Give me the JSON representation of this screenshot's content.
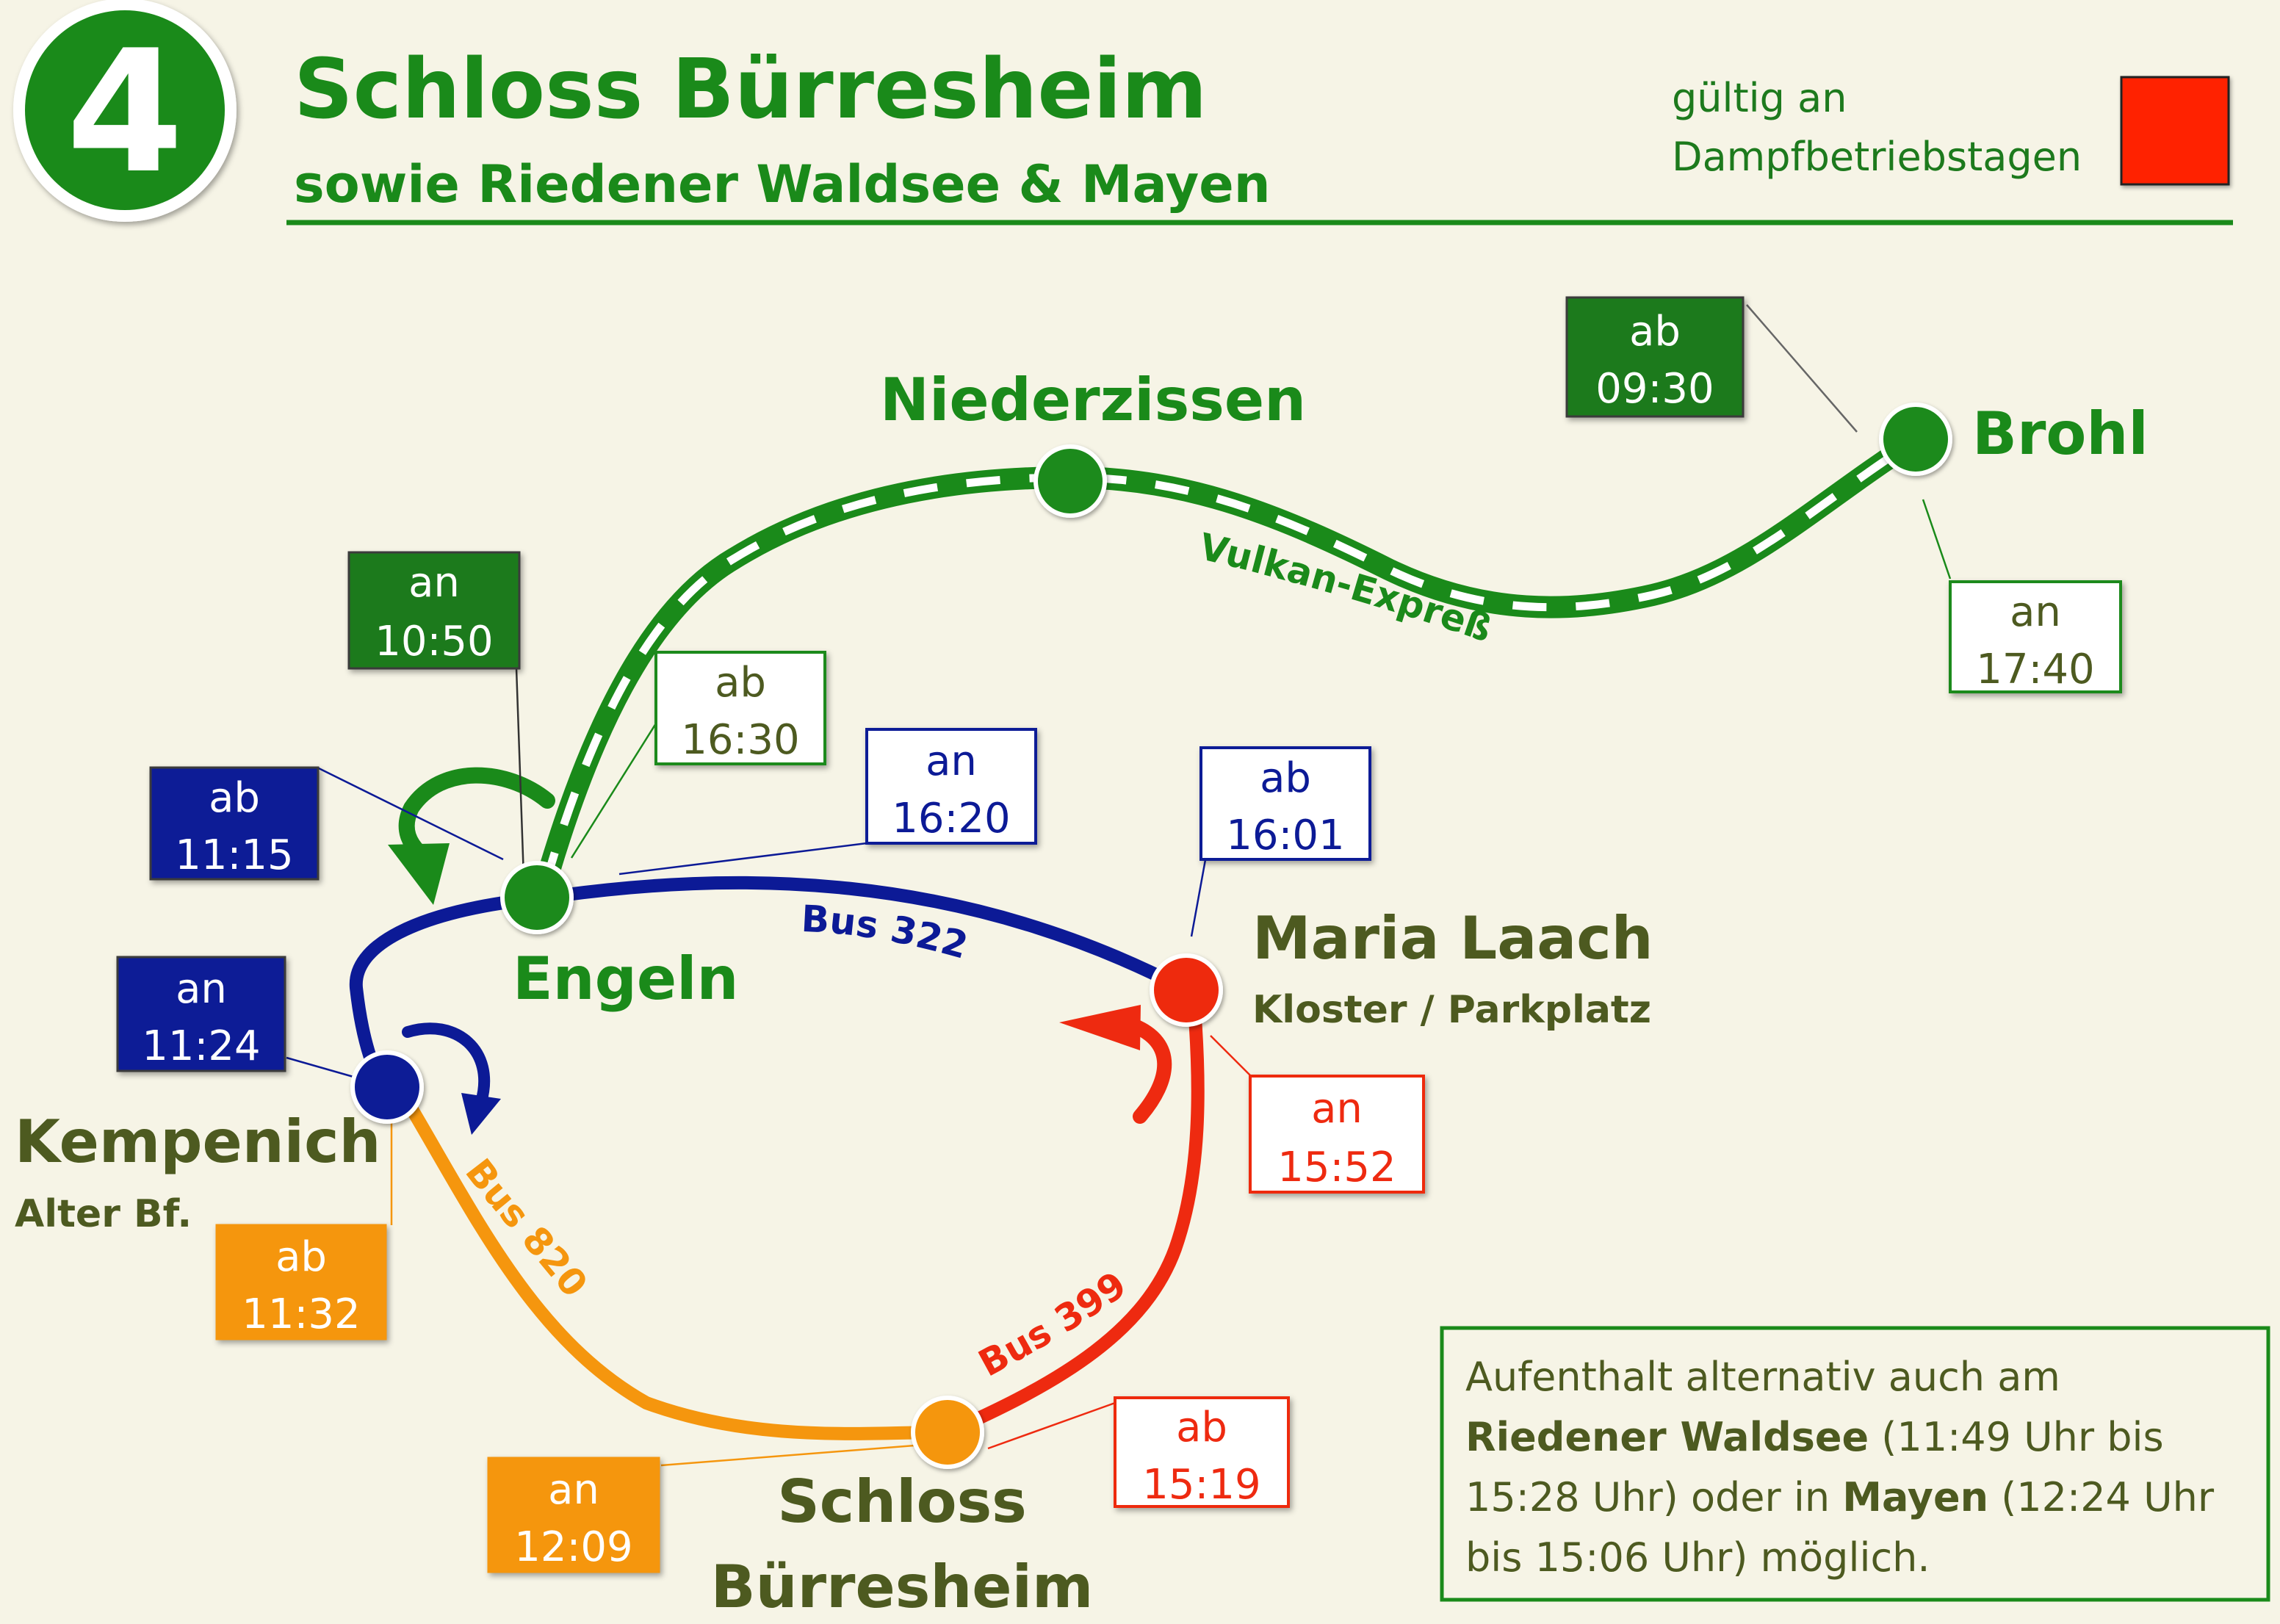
{
  "header": {
    "route_number": "4",
    "title": "Schloss Bürresheim",
    "subtitle": "sowie Riedener Waldsee & Mayen",
    "validity_line1": "gültig an",
    "validity_line2": "Dampfbetriebstagen",
    "validity_color": "#ff2200"
  },
  "colors": {
    "green": "#1a8a1a",
    "dark_green": "#1d7a1d",
    "navy": "#0c1a96",
    "orange": "#f5960e",
    "red": "#ee2a10",
    "olive_text": "#4d5a20",
    "background": "#f6f4e6"
  },
  "stations": {
    "brohl": "Brohl",
    "niederzissen": "Niederzissen",
    "engeln": "Engeln",
    "maria_laach_name": "Maria Laach",
    "maria_laach_sub": "Kloster / Parkplatz",
    "kempenich_name": "Kempenich",
    "kempenich_sub": "Alter Bf.",
    "schloss_line1": "Schloss",
    "schloss_line2": "Bürresheim"
  },
  "routes": {
    "train": "Vulkan-Expreß",
    "bus322": "Bus 322",
    "bus820": "Bus 820",
    "bus399": "Bus 399"
  },
  "times": {
    "brohl_ab": {
      "kind": "ab",
      "time": "09:30"
    },
    "brohl_an": {
      "kind": "an",
      "time": "17:40"
    },
    "engeln_an_train": {
      "kind": "an",
      "time": "10:50"
    },
    "engeln_ab_train": {
      "kind": "ab",
      "time": "16:30"
    },
    "engeln_ab_bus": {
      "kind": "ab",
      "time": "11:15"
    },
    "engeln_an_bus": {
      "kind": "an",
      "time": "16:20"
    },
    "laach_ab": {
      "kind": "ab",
      "time": "16:01"
    },
    "laach_an": {
      "kind": "an",
      "time": "15:52"
    },
    "kempenich_an": {
      "kind": "an",
      "time": "11:24"
    },
    "kempenich_ab": {
      "kind": "ab",
      "time": "11:32"
    },
    "schloss_an": {
      "kind": "an",
      "time": "12:09"
    },
    "schloss_ab": {
      "kind": "ab",
      "time": "15:19"
    }
  },
  "note": {
    "line1": "Aufenthalt alternativ auch am",
    "line2_bold": "Riedener Waldsee",
    "line2_rest": " (11:49 Uhr bis",
    "line3_a": "15:28 Uhr) oder in ",
    "line3_bold": "Mayen",
    "line3_rest": " (12:24 Uhr",
    "line4": "bis 15:06 Uhr) möglich."
  },
  "icons": {
    "station": "circle-station-icon",
    "direction": "curved-arrow-icon"
  }
}
